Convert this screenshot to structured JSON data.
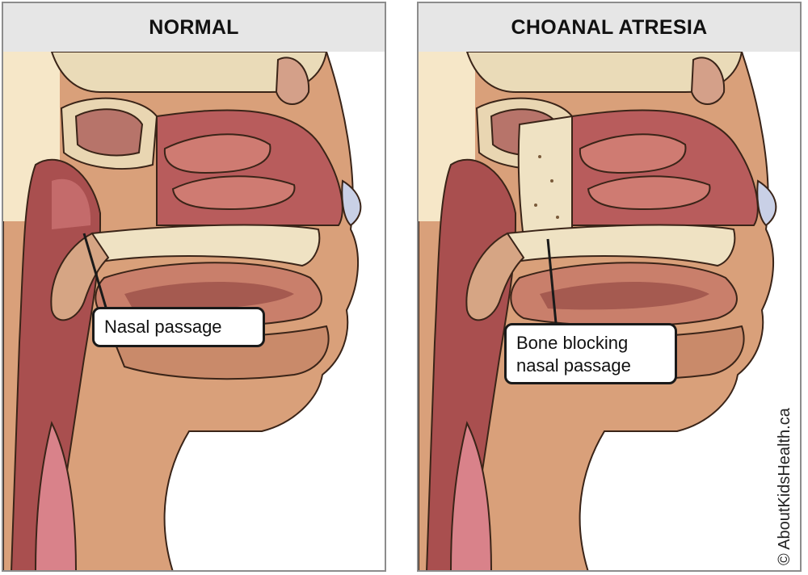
{
  "panels": [
    {
      "title": "NORMAL",
      "callout": [
        "Nasal passage"
      ]
    },
    {
      "title": "CHOANAL ATRESIA",
      "callout": [
        "Bone blocking",
        "nasal passage"
      ]
    }
  ],
  "credit": "© AboutKidsHealth.ca",
  "colors": {
    "header_bg": "#e6e6e6",
    "skin": "#d9a07a",
    "mucosa": "#b85c5c",
    "bone": "#efe2c3",
    "brain": "#eadbb8",
    "tongue": "#c97f6b"
  },
  "icons": [
    "anatomy-illustration"
  ]
}
